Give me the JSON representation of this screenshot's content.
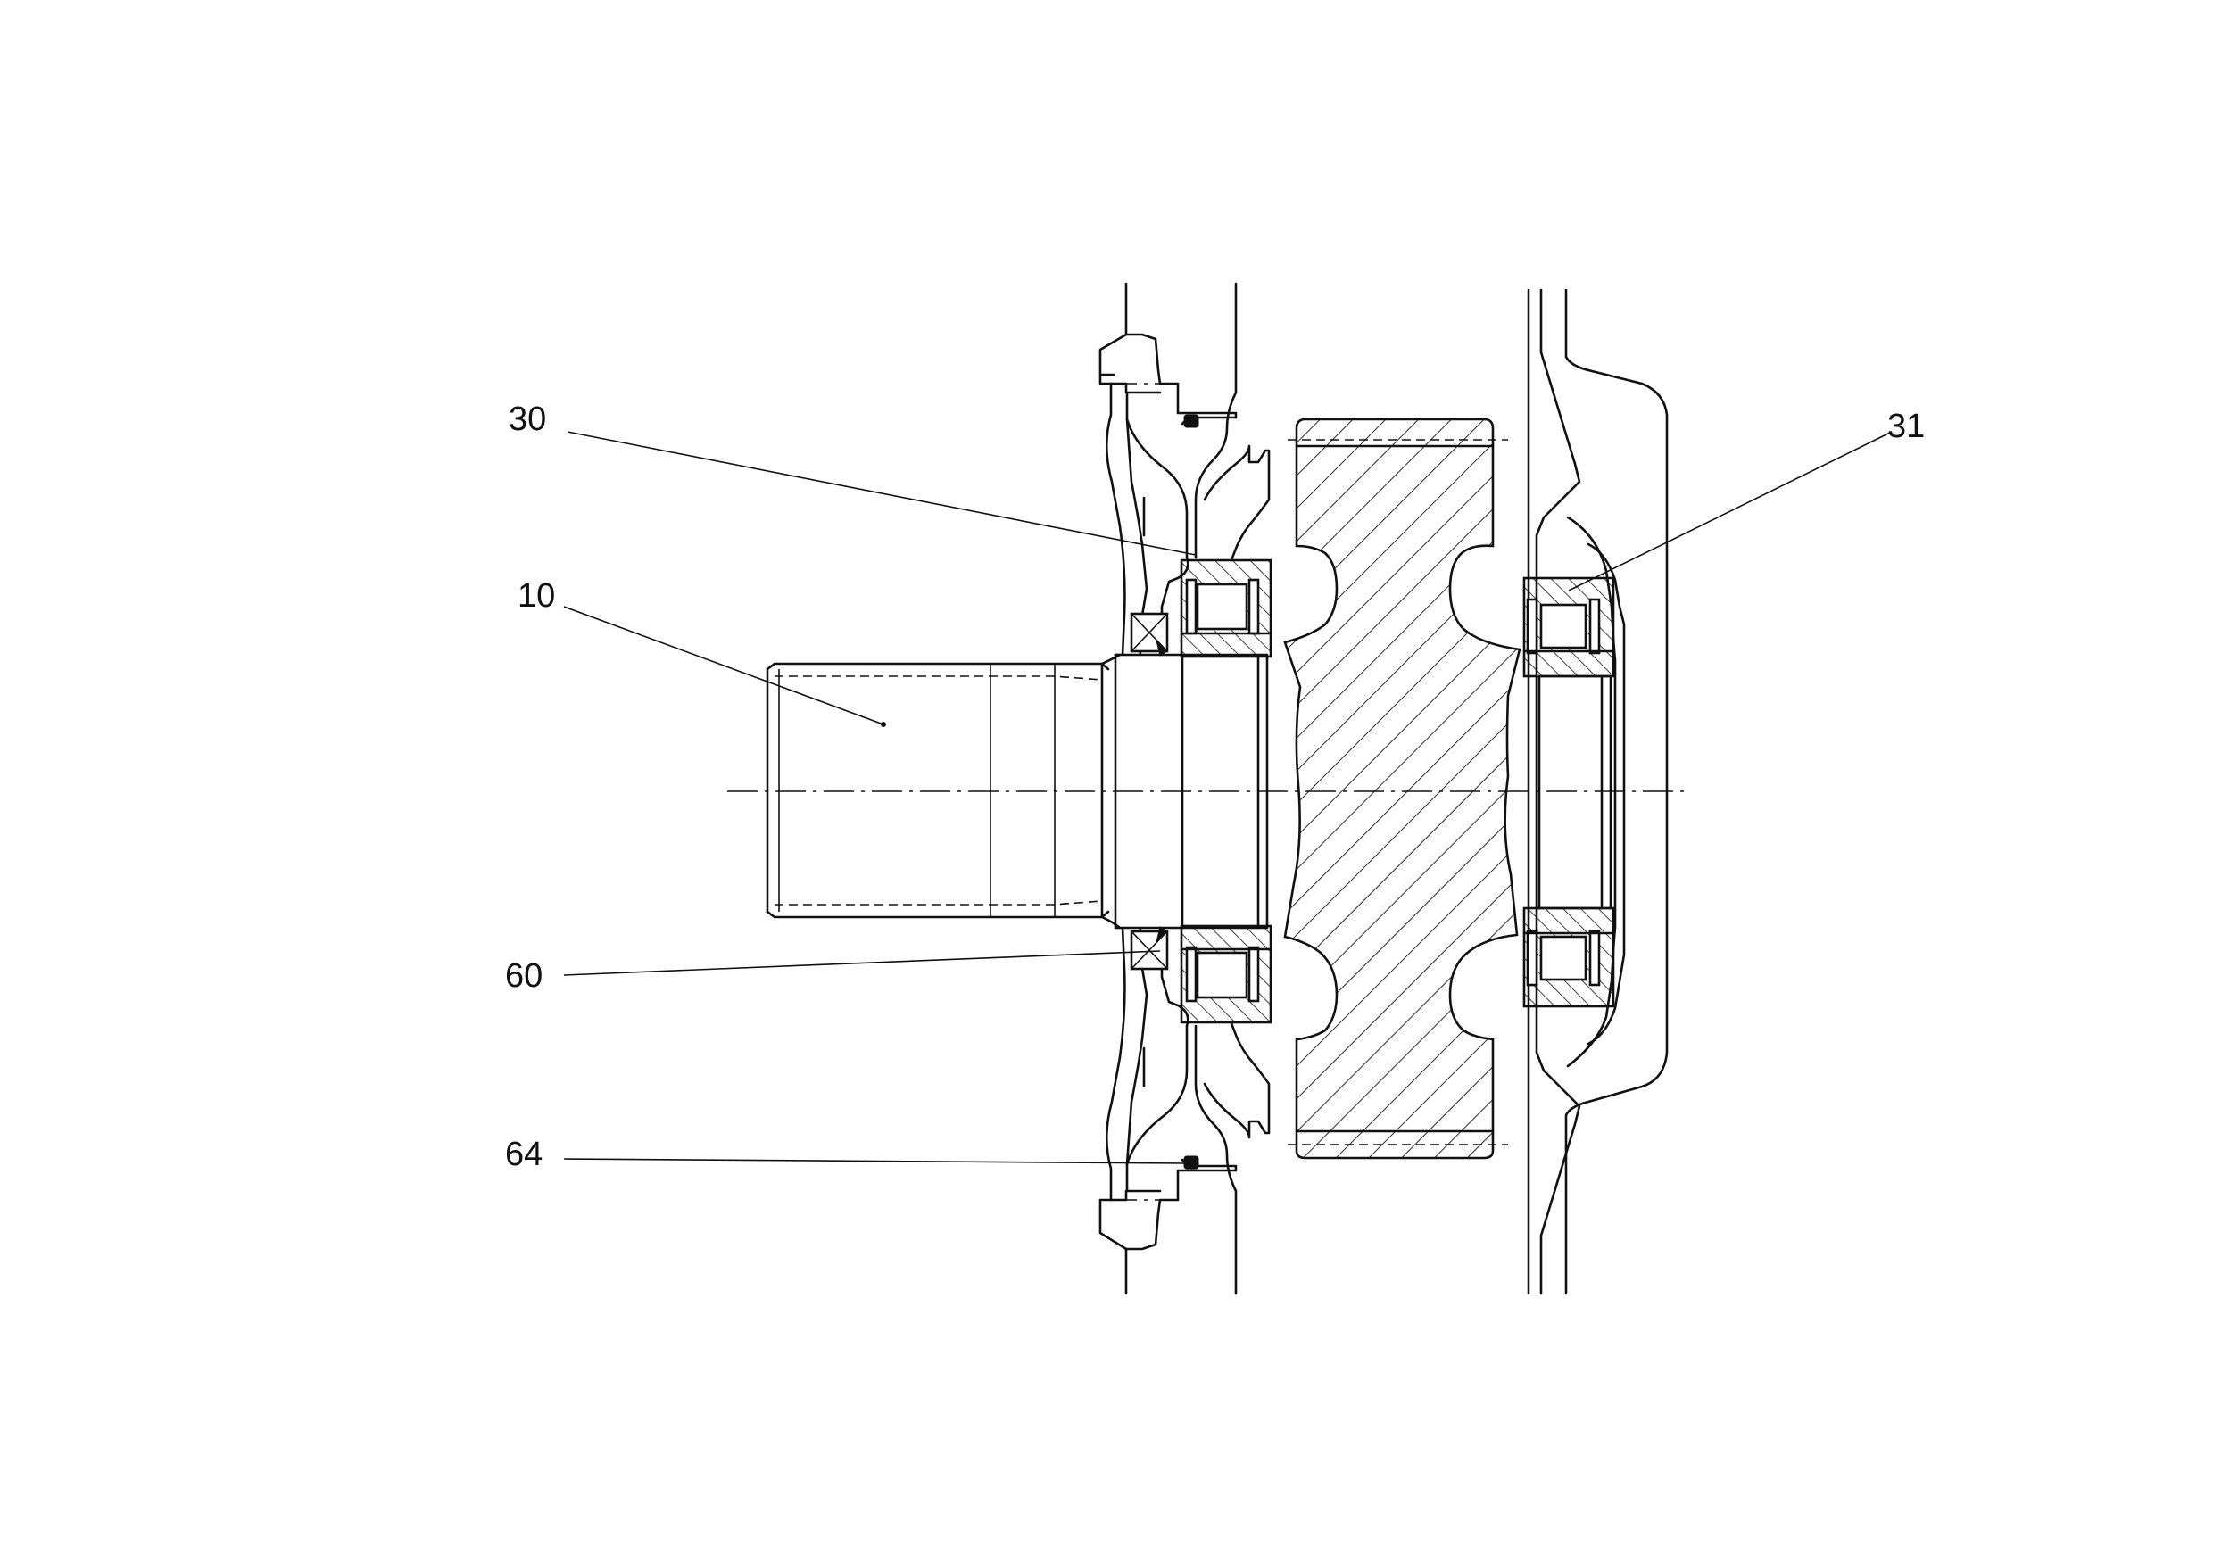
{
  "figure": {
    "reference_numerals": [
      {
        "id": "10",
        "text": "10"
      },
      {
        "id": "30",
        "text": "30"
      },
      {
        "id": "31",
        "text": "31"
      },
      {
        "id": "60",
        "text": "60"
      },
      {
        "id": "64",
        "text": "64"
      }
    ]
  },
  "colors": {
    "ink": "#111111",
    "background": "#ffffff"
  }
}
